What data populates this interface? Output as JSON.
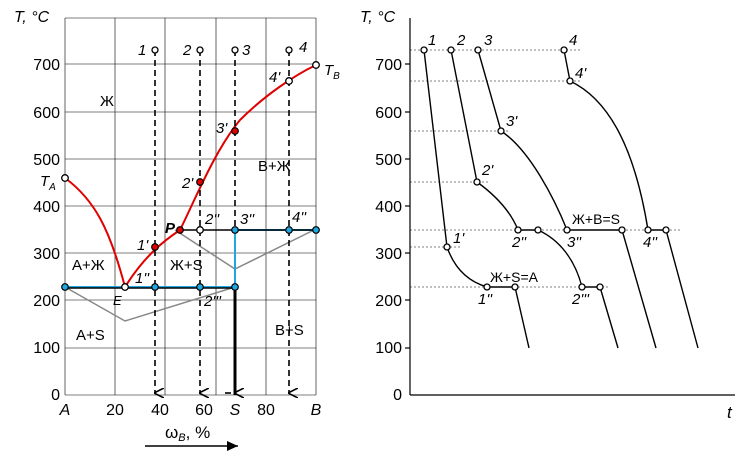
{
  "left_diagram": {
    "y_axis_label": "T, °C",
    "x_axis_label": "ω",
    "x_axis_label_sub": "B",
    "x_axis_label_unit": ", %",
    "y_ticks": [
      "0",
      "100",
      "200",
      "300",
      "400",
      "500",
      "600",
      "700"
    ],
    "x_ticks": [
      "A",
      "20",
      "40",
      "60",
      "S",
      "80",
      "B"
    ],
    "phase_labels": {
      "liquid": "Ж",
      "a_plus_liquid": "A+Ж",
      "liquid_plus_s": "Ж+S",
      "b_plus_liquid": "B+Ж",
      "a_plus_s": "A+S",
      "b_plus_s": "B+S"
    },
    "point_labels": {
      "ta": "T",
      "ta_sub": "A",
      "tb": "T",
      "tb_sub": "B",
      "e": "E",
      "p": "P",
      "c1": "1",
      "c2": "2",
      "c3": "3",
      "c4": "4",
      "c1p": "1'",
      "c2p": "2'",
      "c3p": "3'",
      "c4p": "4'",
      "c1pp": "1''",
      "c2pp": "2''",
      "c3pp": "3''",
      "c4pp": "4''",
      "c2ppp": "2'''"
    }
  },
  "right_diagram": {
    "y_axis_label": "T, °C",
    "x_axis_label": "t",
    "y_ticks": [
      "0",
      "100",
      "200",
      "300",
      "400",
      "500",
      "600",
      "700"
    ],
    "curve_labels": {
      "c1": "1",
      "c2": "2",
      "c3": "3",
      "c4": "4",
      "c1p": "1'",
      "c2p": "2'",
      "c3p": "3'",
      "c4p": "4'",
      "c1pp": "1''",
      "c2pp": "2''",
      "c3pp": "3''",
      "c4pp": "4''",
      "c2ppp": "2'''"
    },
    "plateau_labels": {
      "eutectic": "Ж+S=A",
      "peritectic": "Ж+B=S"
    }
  },
  "colors": {
    "liquidus": "#e00000",
    "solidus": "#1fa7e0",
    "gray_lines": "#888888",
    "axes": "#000000"
  }
}
